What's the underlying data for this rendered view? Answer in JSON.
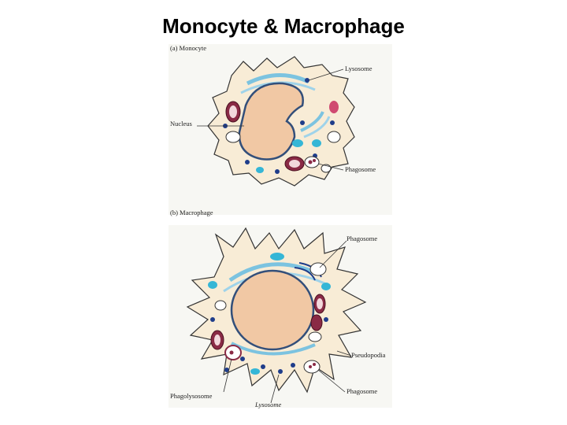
{
  "slide": {
    "title": "Monocyte & Macrophage"
  },
  "panel_a": {
    "caption": "(a) Monocyte",
    "labels": {
      "lysosome": "Lysosome",
      "nucleus": "Nucleus",
      "phagosome": "Phagosome"
    }
  },
  "panel_b": {
    "caption": "(b) Macrophage",
    "labels": {
      "phagosome": "Phagosome",
      "pseudopodia": "Pseudopodia",
      "phagolysosome": "Phagolysosome",
      "phagosome2": "Phagosome",
      "lysosome": "Lysosome"
    }
  },
  "colors": {
    "cytoplasm": "#f8ecd6",
    "nucleus": "#f1c8a4",
    "er": "#9fd3ea",
    "lysosome": "#1f3d8a",
    "vesicle": "#35b6d6",
    "mitochondria": "#8a2a45"
  }
}
